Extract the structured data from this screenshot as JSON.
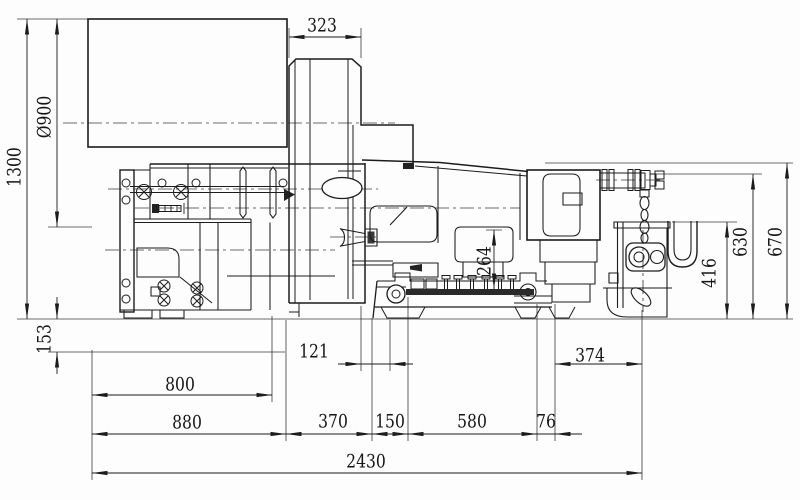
{
  "drawing": {
    "kind": "engineering-drawing",
    "view": "machine side elevation with dimension chains",
    "colors": {
      "line": "#1c1c1c",
      "background": "#fdfdfd",
      "dim_line": "#2a2a2a"
    }
  },
  "dims": {
    "d323": "323",
    "d900": "Ø900",
    "d1300": "1300",
    "d153": "153",
    "d121": "121",
    "d800": "800",
    "d880": "880",
    "d370": "370",
    "d150": "150",
    "d580": "580",
    "d76": "76",
    "d374": "374",
    "d2430": "2430",
    "d264": "264",
    "d416": "416",
    "d630": "630",
    "d670": "670"
  }
}
